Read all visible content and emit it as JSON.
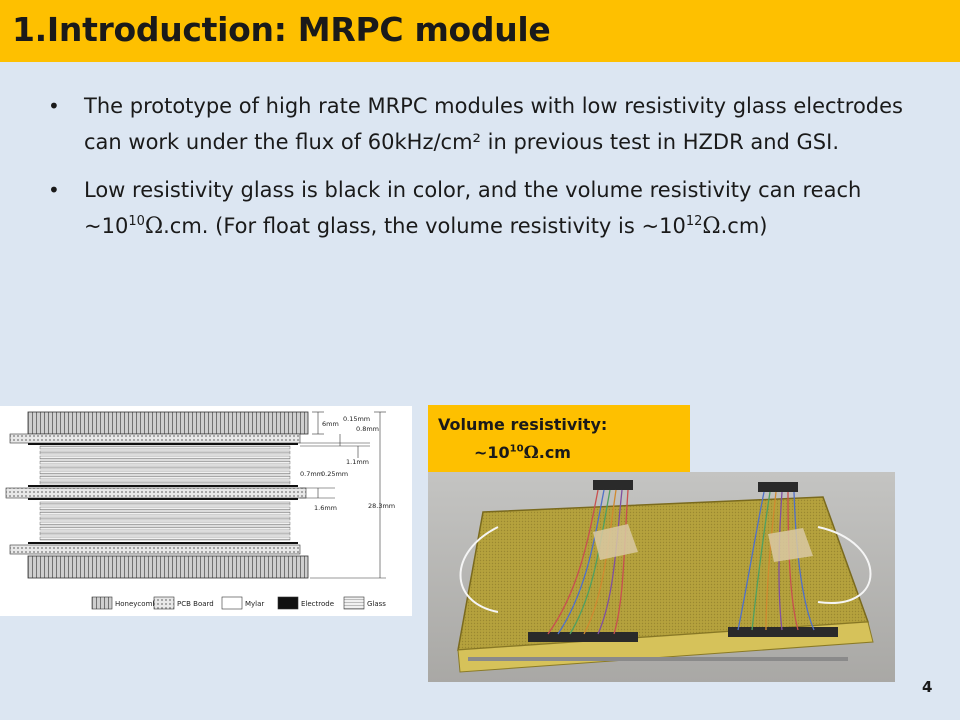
{
  "title": "1.Introduction: MRPC module",
  "bullets": [
    {
      "text": "The prototype of high rate MRPC modules with low resistivity glass electrodes can work under the flux of 60kHz/cm² in previous test in HZDR and GSI."
    },
    {
      "text_a": "Low resistivity glass is black in color, and the volume resistivity can reach ~10",
      "sup_a": "10",
      "omega_a": "Ω",
      "text_b": ".cm. (For float glass, the volume resistivity is ~10",
      "sup_b": "12",
      "omega_b": "Ω",
      "text_c": ".cm)"
    }
  ],
  "diagram": {
    "dimensions": [
      "6mm",
      "0.15mm",
      "0.8mm",
      "1.1mm",
      "0.7mm",
      "0.25mm",
      "1.6mm",
      "28.3mm"
    ],
    "legend": [
      "Honeycomb",
      "PCB Board",
      "Mylar",
      "Electrode",
      "Glass"
    ]
  },
  "resistivity_box": {
    "label": "Volume resistivity:",
    "value_prefix": "~10",
    "value_sup": "10",
    "omega": "Ω",
    "value_suffix": ".cm"
  },
  "page_number": "4",
  "colors": {
    "accent": "#fec000",
    "background": "#dce6f2"
  }
}
